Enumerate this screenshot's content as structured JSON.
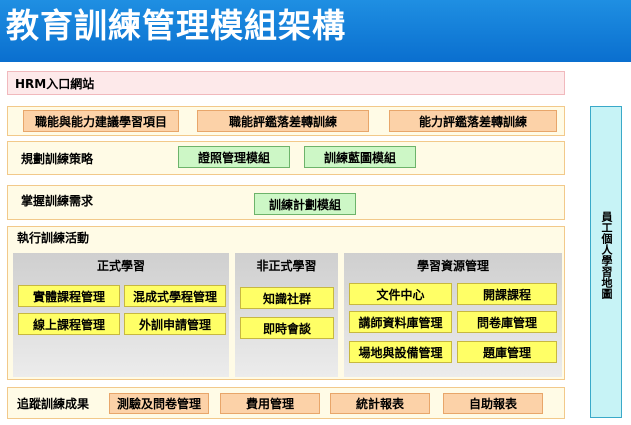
{
  "title": "教育訓練管理模組架構",
  "portal": {
    "label": "HRM入口網站"
  },
  "competency_row": {
    "items": [
      "職能與能力建議學習項目",
      "職能評鑑落差轉訓練",
      "能力評鑑落差轉訓練"
    ]
  },
  "strategy": {
    "label": "規劃訓練策略",
    "items": [
      "證照管理模組",
      "訓練藍圖模組"
    ]
  },
  "needs": {
    "label": "掌握訓練需求",
    "items": [
      "訓練計劃模組"
    ]
  },
  "execute": {
    "label": "執行訓練活動",
    "formal": {
      "title": "正式學習",
      "items": [
        "實體課程管理",
        "混成式學程管理",
        "線上課程管理",
        "外訓申請管理"
      ]
    },
    "informal": {
      "title": "非正式學習",
      "items": [
        "知識社群",
        "即時會談"
      ]
    },
    "resources": {
      "title": "學習資源管理",
      "items": [
        "文件中心",
        "開課課程",
        "講師資料庫管理",
        "問卷庫管理",
        "場地與設備管理",
        "題庫管理"
      ]
    }
  },
  "results": {
    "label": "追蹤訓練成果",
    "items": [
      "測驗及問卷管理",
      "費用管理",
      "統計報表",
      "自助報表"
    ]
  },
  "side_panel": {
    "label": "員工個人學習地圖"
  },
  "colors": {
    "header": "#0a6fcf",
    "panel": "#fffbe6",
    "peach_box": "#fcd2a8",
    "green_box": "#cdf7c6",
    "yellow_box": "#ffff66",
    "side": "#c7f3f6"
  }
}
